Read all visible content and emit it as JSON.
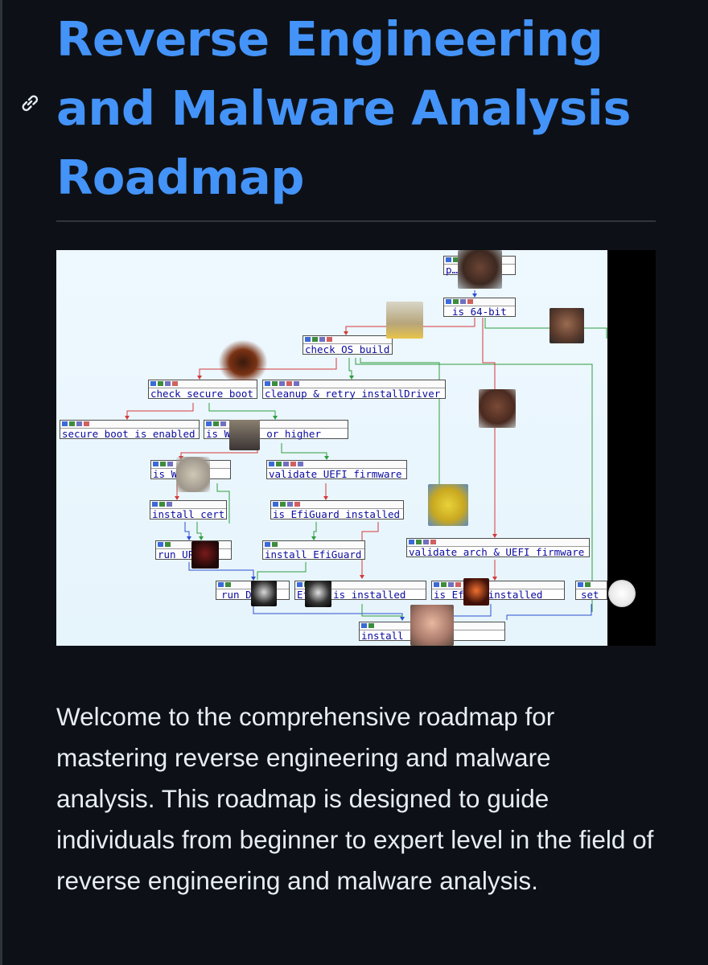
{
  "heading": {
    "line1": "Reverse Engineering",
    "line2": "and Malware Analysis",
    "line3": "Roadmap"
  },
  "anchor_icon": "link-icon",
  "graph": {
    "nodes": [
      {
        "id": "n-pause",
        "label": "p…e"
      },
      {
        "id": "n-64bit",
        "label": "is 64-bit"
      },
      {
        "id": "n-osbuild",
        "label": "check OS build"
      },
      {
        "id": "n-secureboot",
        "label": "check secure boot"
      },
      {
        "id": "n-cleanup",
        "label": "cleanup & retry installDriver"
      },
      {
        "id": "n-sbenabled",
        "label": "secure boot is enabled"
      },
      {
        "id": "n-win10",
        "label": "is W      s 10 or higher"
      },
      {
        "id": "n-win7",
        "label": "is W      s 7"
      },
      {
        "id": "n-uefi",
        "label": "validate UEFI firmware"
      },
      {
        "id": "n-cert",
        "label": "install cert"
      },
      {
        "id": "n-efiguard-check",
        "label": "is EfiGuard installed"
      },
      {
        "id": "n-runup",
        "label": "run UP    ED"
      },
      {
        "id": "n-installefi",
        "label": "install EfiGuard"
      },
      {
        "id": "n-arch",
        "label": "validate arch & UEFI firmware"
      },
      {
        "id": "n-rundx",
        "label": "run D     x"
      },
      {
        "id": "n-efiinstalled1",
        "label": "Ef     rd is installed"
      },
      {
        "id": "n-efiinstalled2",
        "label": "is Ef     rd installed"
      },
      {
        "id": "n-set",
        "label": "set"
      },
      {
        "id": "n-drivers",
        "label": "install          drivers"
      }
    ]
  },
  "paragraph": "Welcome to the comprehensive roadmap for mastering reverse engineering and malware analysis. This roadmap is designed to guide individuals from beginner to expert level in the field of reverse engineering and malware analysis.",
  "colors": {
    "heading": "#4493f8",
    "background": "#0d1117",
    "text": "#e6edf3",
    "edge_true": "#2e9e3e",
    "edge_false": "#d43a3a",
    "edge_plain": "#2b4fd0"
  }
}
